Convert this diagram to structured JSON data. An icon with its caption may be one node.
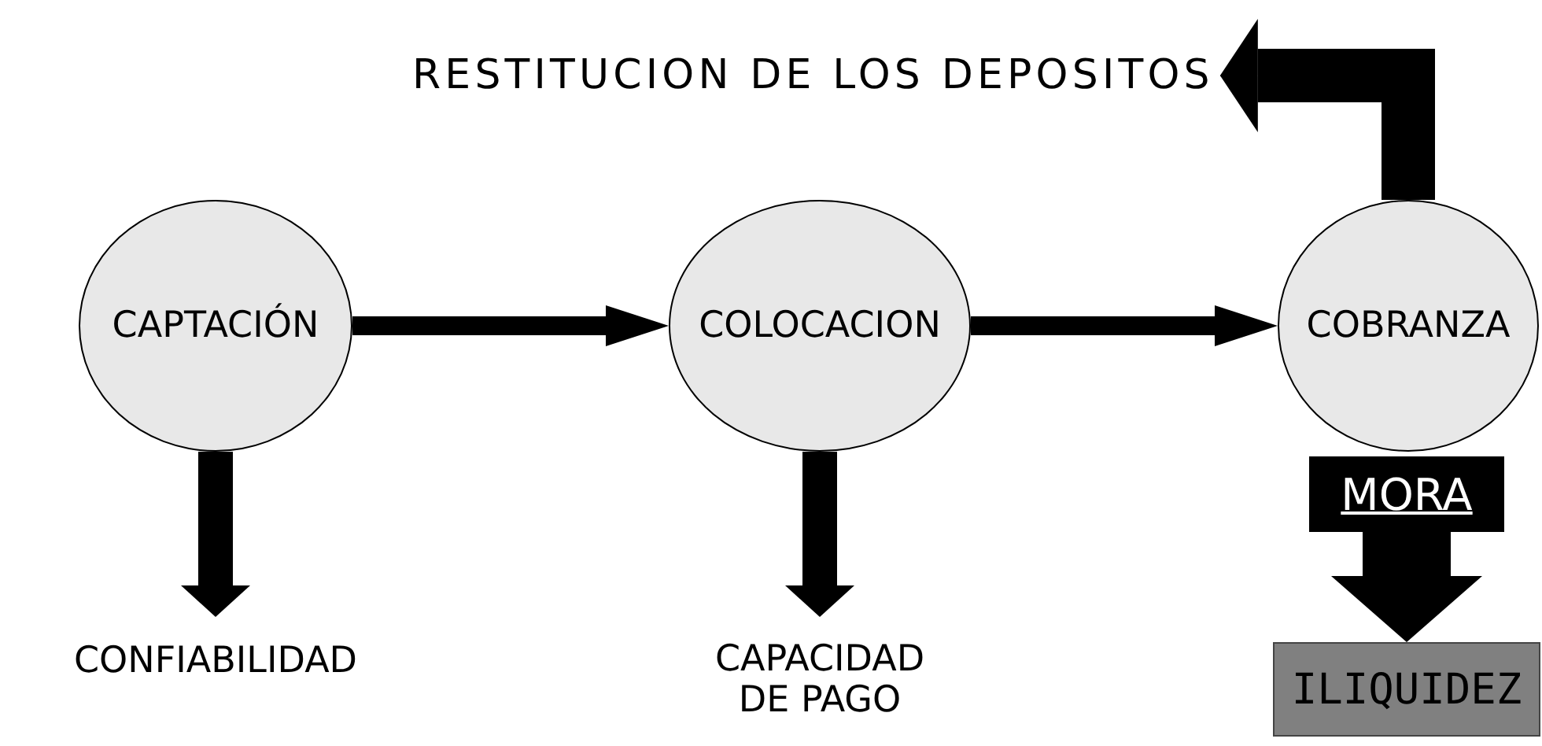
{
  "diagram": {
    "nodes": [
      {
        "text": [
          "RESTITUCION DE LOS DEPOSITOS"
        ]
      },
      {
        "text": [
          "CAPTACIÓN"
        ]
      },
      {
        "text": [
          "COLOCACION"
        ]
      },
      {
        "text": [
          "COBRANZA"
        ]
      },
      {
        "text": [
          "CONFIABILIDAD"
        ]
      },
      {
        "text": [
          "CAPACIDAD DE PAGO"
        ]
      },
      {
        "text": [
          "MORA"
        ]
      },
      {
        "text": [
          "ILIQUIDEZ"
        ]
      }
    ],
    "edges": [
      {
        "from": 1,
        "to": 2,
        "arrow": "to"
      },
      {
        "from": 2,
        "to": 3,
        "arrow": "to"
      },
      {
        "from": 3,
        "to": 0,
        "arrow": "to"
      },
      {
        "from": 1,
        "to": 4,
        "arrow": "to"
      },
      {
        "from": 2,
        "to": 5,
        "arrow": "to"
      },
      {
        "from": 6,
        "to": 7,
        "arrow": "to",
        "style": "thick"
      }
    ]
  }
}
